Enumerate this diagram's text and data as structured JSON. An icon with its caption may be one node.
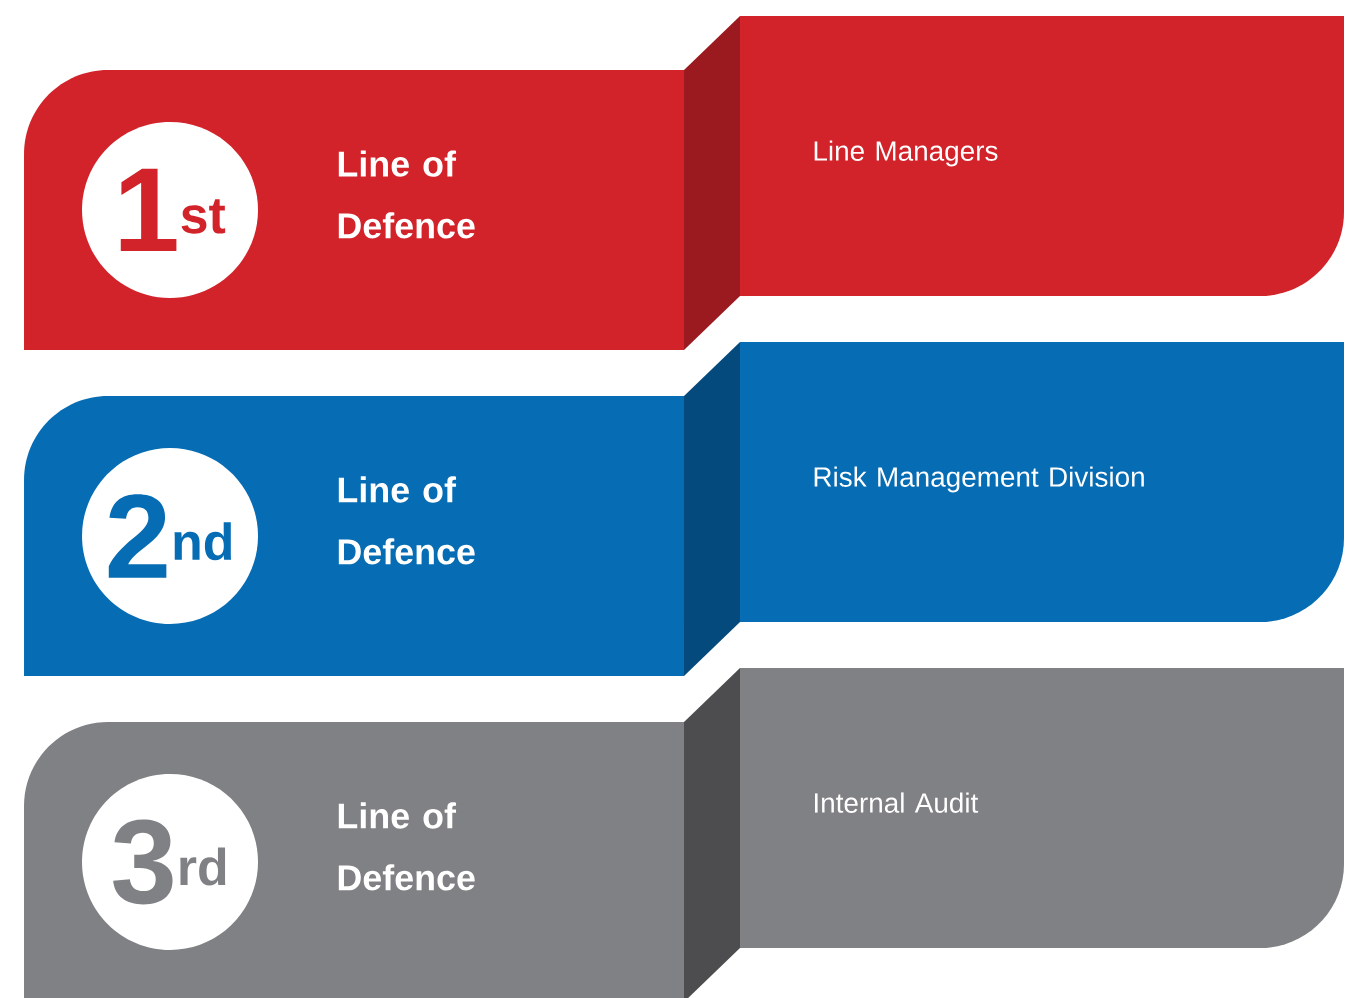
{
  "diagram": {
    "nodes": [
      {
        "text": [
          "Line of Defence"
        ]
      },
      {
        "text": [
          "1$^{st}$"
        ],
        "in": 0
      },
      {
        "text": [
          "Line Managers"
        ]
      },
      {
        "text": [
          "Line of Defence"
        ]
      },
      {
        "text": [
          "2$^{nd}$"
        ],
        "in": 3
      },
      {
        "text": [
          "Risk Management Division"
        ]
      },
      {
        "text": [
          "Line of Defence"
        ]
      },
      {
        "text": [
          "3$^{rd}$"
        ],
        "in": 6
      },
      {
        "text": [
          "Internal Audit"
        ]
      }
    ]
  }
}
